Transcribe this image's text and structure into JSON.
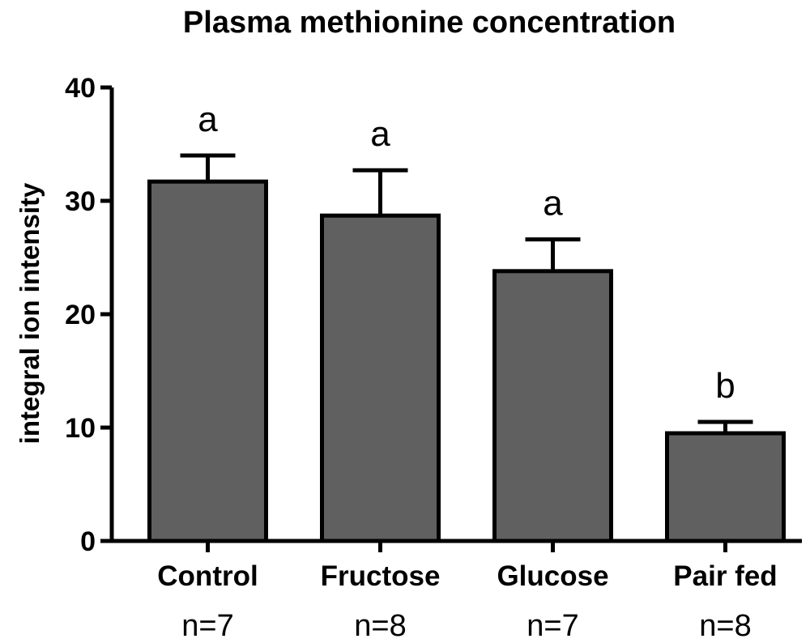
{
  "chart_data": {
    "type": "bar",
    "title": "Plasma methionine concentration",
    "ylabel": "integral ion intensity",
    "xlabel": "",
    "ylim": [
      0,
      40
    ],
    "yticks": [
      "0",
      "10",
      "20",
      "30",
      "40"
    ],
    "categories": [
      "Control",
      "Fructose",
      "Glucose",
      "Pair fed"
    ],
    "sample_sizes": [
      "n=7",
      "n=8",
      "n=7",
      "n=8"
    ],
    "values": [
      31.7,
      28.7,
      23.8,
      9.5
    ],
    "error": [
      2.3,
      4.0,
      2.8,
      1.0
    ],
    "significance_labels": [
      "a",
      "a",
      "a",
      "b"
    ],
    "bar_color": "#606060",
    "outline_color": "#000000",
    "grid": false,
    "legend": "none"
  }
}
